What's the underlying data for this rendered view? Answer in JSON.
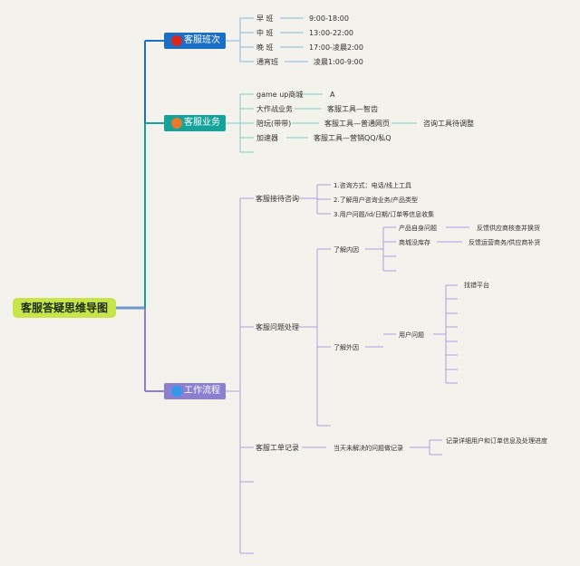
{
  "root": "客服答疑思维导图",
  "branches": [
    {
      "label": "客服班次",
      "color": "#1b6fc4",
      "icon": "red-dot-icon",
      "icon_color": "#d6261e",
      "rows": [
        {
          "a": "早  班",
          "b": "9:00-18:00"
        },
        {
          "a": "中  班",
          "b": "13:00-22:00"
        },
        {
          "a": "晚  班",
          "b": "17:00-凌晨2:00"
        },
        {
          "a": "通宵班",
          "b": "凌晨1:00-9:00"
        }
      ]
    },
    {
      "label": "客服业务",
      "color": "#13a39a",
      "icon": "orange-dot-icon",
      "icon_color": "#e8782a",
      "rows": [
        {
          "a": "game up商城",
          "b": "A"
        },
        {
          "a": "大作战业务",
          "b": "客服工具—智齿"
        },
        {
          "a": "陪玩(带带)",
          "b": "客服工具—普通网页",
          "c": "咨询工具待调整"
        },
        {
          "a": "加速器",
          "b": "客服工具—营销QQ/私Q"
        }
      ]
    },
    {
      "label": "工作流程",
      "color": "#8b7fd0",
      "icon": "blue-dot-icon",
      "icon_color": "#2f9be8",
      "reception": {
        "label": "客服接待咨询",
        "items": [
          "1.咨询方式：电话/线上工具",
          "2.了解用户咨询业务/产品类型",
          "3.用户问题/id/日期/订单等信息收集"
        ]
      },
      "problem": {
        "label": "客服问题处理",
        "internal": {
          "label": "了解内因",
          "items": [
            {
              "a": "产品自身问题",
              "b": "反馈供应商核查并换货"
            },
            {
              "a": "商城没库存",
              "b": "反馈运营商务/供应商补货"
            }
          ]
        },
        "external": {
          "label": "了解外因",
          "user": "用户问题",
          "items": [
            "找错平台"
          ]
        }
      },
      "ticket": {
        "label": "客服工单记录",
        "sub": "当天未解决的问题做记录",
        "detail": "记录详细用户和订单信息及处理进度"
      }
    }
  ]
}
